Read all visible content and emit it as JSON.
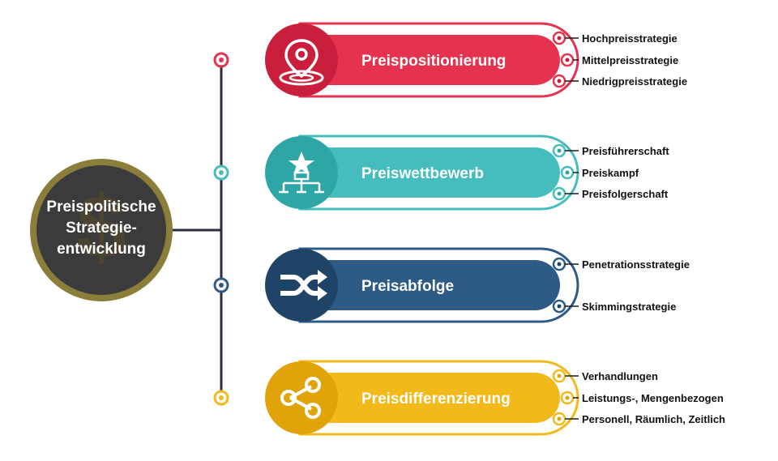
{
  "center": {
    "lines": [
      "Preispolitische",
      "Strategie-",
      "entwicklung"
    ],
    "symbol": "dollar-icon",
    "fill": "#3b3b3b",
    "ring": "#8b7d3a"
  },
  "colors": {
    "trunk": "#2b2b3b",
    "leaf_line": "#1a1a1a"
  },
  "branches": [
    {
      "title": "Preispositionierung",
      "icon": "location-pin-icon",
      "color": "#e5324e",
      "color_dark": "#c91f3c",
      "items": [
        "Hochpreisstrategie",
        "Mittelpreisstrategie",
        "Niedrigpreisstrategie"
      ]
    },
    {
      "title": "Preiswettbewerb",
      "icon": "podium-star-icon",
      "color": "#45bdbd",
      "color_dark": "#2fa6a6",
      "items": [
        "Preisführerschaft",
        "Preiskampf",
        "Preisfolgerschaft"
      ]
    },
    {
      "title": "Preisabfolge",
      "icon": "shuffle-icon",
      "color": "#2d5b86",
      "color_dark": "#1f4468",
      "items": [
        "Penetrationsstrategie",
        "Skimmingstrategie"
      ]
    },
    {
      "title": "Preisdifferenzierung",
      "icon": "share-icon",
      "color": "#f2b91a",
      "color_dark": "#e0a40a",
      "items": [
        "Verhandlungen",
        "Leistungs-, Mengenbezogen",
        "Personell, Räumlich, Zeitlich"
      ]
    }
  ]
}
